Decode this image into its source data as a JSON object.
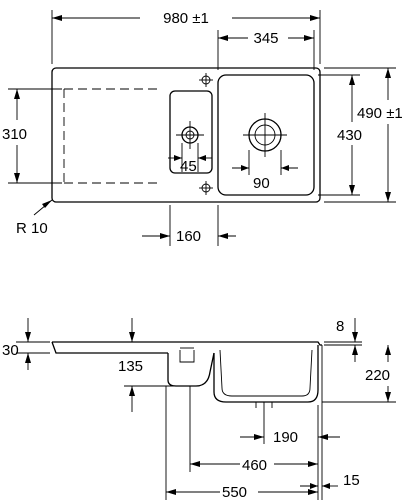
{
  "top_view": {
    "overall_width": "980 ±1",
    "bowl_width": "345",
    "overall_depth": "490 ±1",
    "bowl_depth": "430",
    "drainer_depth": "310",
    "half_bowl_drain": "45",
    "main_drain": "90",
    "corner_radius": "R 10",
    "drain_spacing": "160"
  },
  "section_view": {
    "deck_thickness": "30",
    "rim_height": "8",
    "half_bowl_depth": "135",
    "bowl_depth": "220",
    "drain_offset": "190",
    "bowl_span": "460",
    "total_span": "550",
    "edge_offset": "15"
  }
}
